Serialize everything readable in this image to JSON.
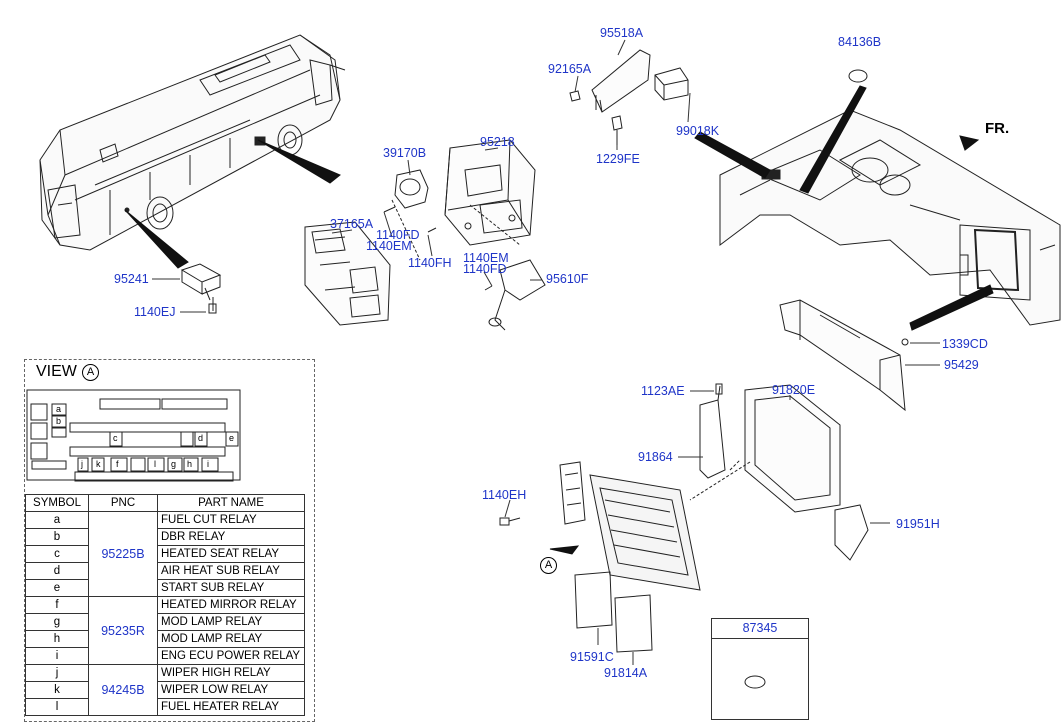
{
  "part_labels": {
    "p95518A": "95518A",
    "p92165A": "92165A",
    "p99018K": "99018K",
    "p1229FE": "1229FE",
    "p84136B": "84136B",
    "p39170B": "39170B",
    "p95218": "95218",
    "p37165A": "37165A",
    "p1140FD_a": "1140FD",
    "p1140EM_a": "1140EM",
    "p1140FH": "1140FH",
    "p1140EM_b": "1140EM",
    "p1140FD_b": "1140FD",
    "p95610F": "95610F",
    "p95241": "95241",
    "p1140EJ": "1140EJ",
    "p1339CD": "1339CD",
    "p95429": "95429",
    "p1123AE": "1123AE",
    "p91820E": "91820E",
    "p91864": "91864",
    "p1140EH": "1140EH",
    "p91951H": "91951H",
    "p91591C": "91591C",
    "p91814A": "91814A",
    "p87345": "87345"
  },
  "direction_label": "FR.",
  "view": {
    "title": "VIEW",
    "marker": "A",
    "slot_letters": [
      "a",
      "b",
      "c",
      "d",
      "e",
      "f",
      "g",
      "h",
      "i",
      "j",
      "k",
      "l"
    ]
  },
  "table": {
    "headers": [
      "SYMBOL",
      "PNC",
      "PART NAME"
    ],
    "groups": [
      {
        "pnc": "95225B",
        "rows": [
          {
            "symbol": "a",
            "name": "FUEL CUT RELAY"
          },
          {
            "symbol": "b",
            "name": "DBR RELAY"
          },
          {
            "symbol": "c",
            "name": "HEATED SEAT RELAY"
          },
          {
            "symbol": "d",
            "name": "AIR HEAT SUB RELAY"
          },
          {
            "symbol": "e",
            "name": "START SUB RELAY"
          }
        ]
      },
      {
        "pnc": "95235R",
        "rows": [
          {
            "symbol": "f",
            "name": "HEATED MIRROR RELAY"
          },
          {
            "symbol": "g",
            "name": "MOD LAMP RELAY"
          },
          {
            "symbol": "h",
            "name": "MOD LAMP RELAY"
          },
          {
            "symbol": "i",
            "name": "ENG ECU POWER RELAY"
          }
        ]
      },
      {
        "pnc": "94245B",
        "rows": [
          {
            "symbol": "j",
            "name": "WIPER HIGH RELAY"
          },
          {
            "symbol": "k",
            "name": "WIPER LOW RELAY"
          },
          {
            "symbol": "l",
            "name": "FUEL HEATER RELAY"
          }
        ]
      }
    ]
  },
  "colors": {
    "label_blue": "#1f35c8",
    "line": "#000000"
  }
}
